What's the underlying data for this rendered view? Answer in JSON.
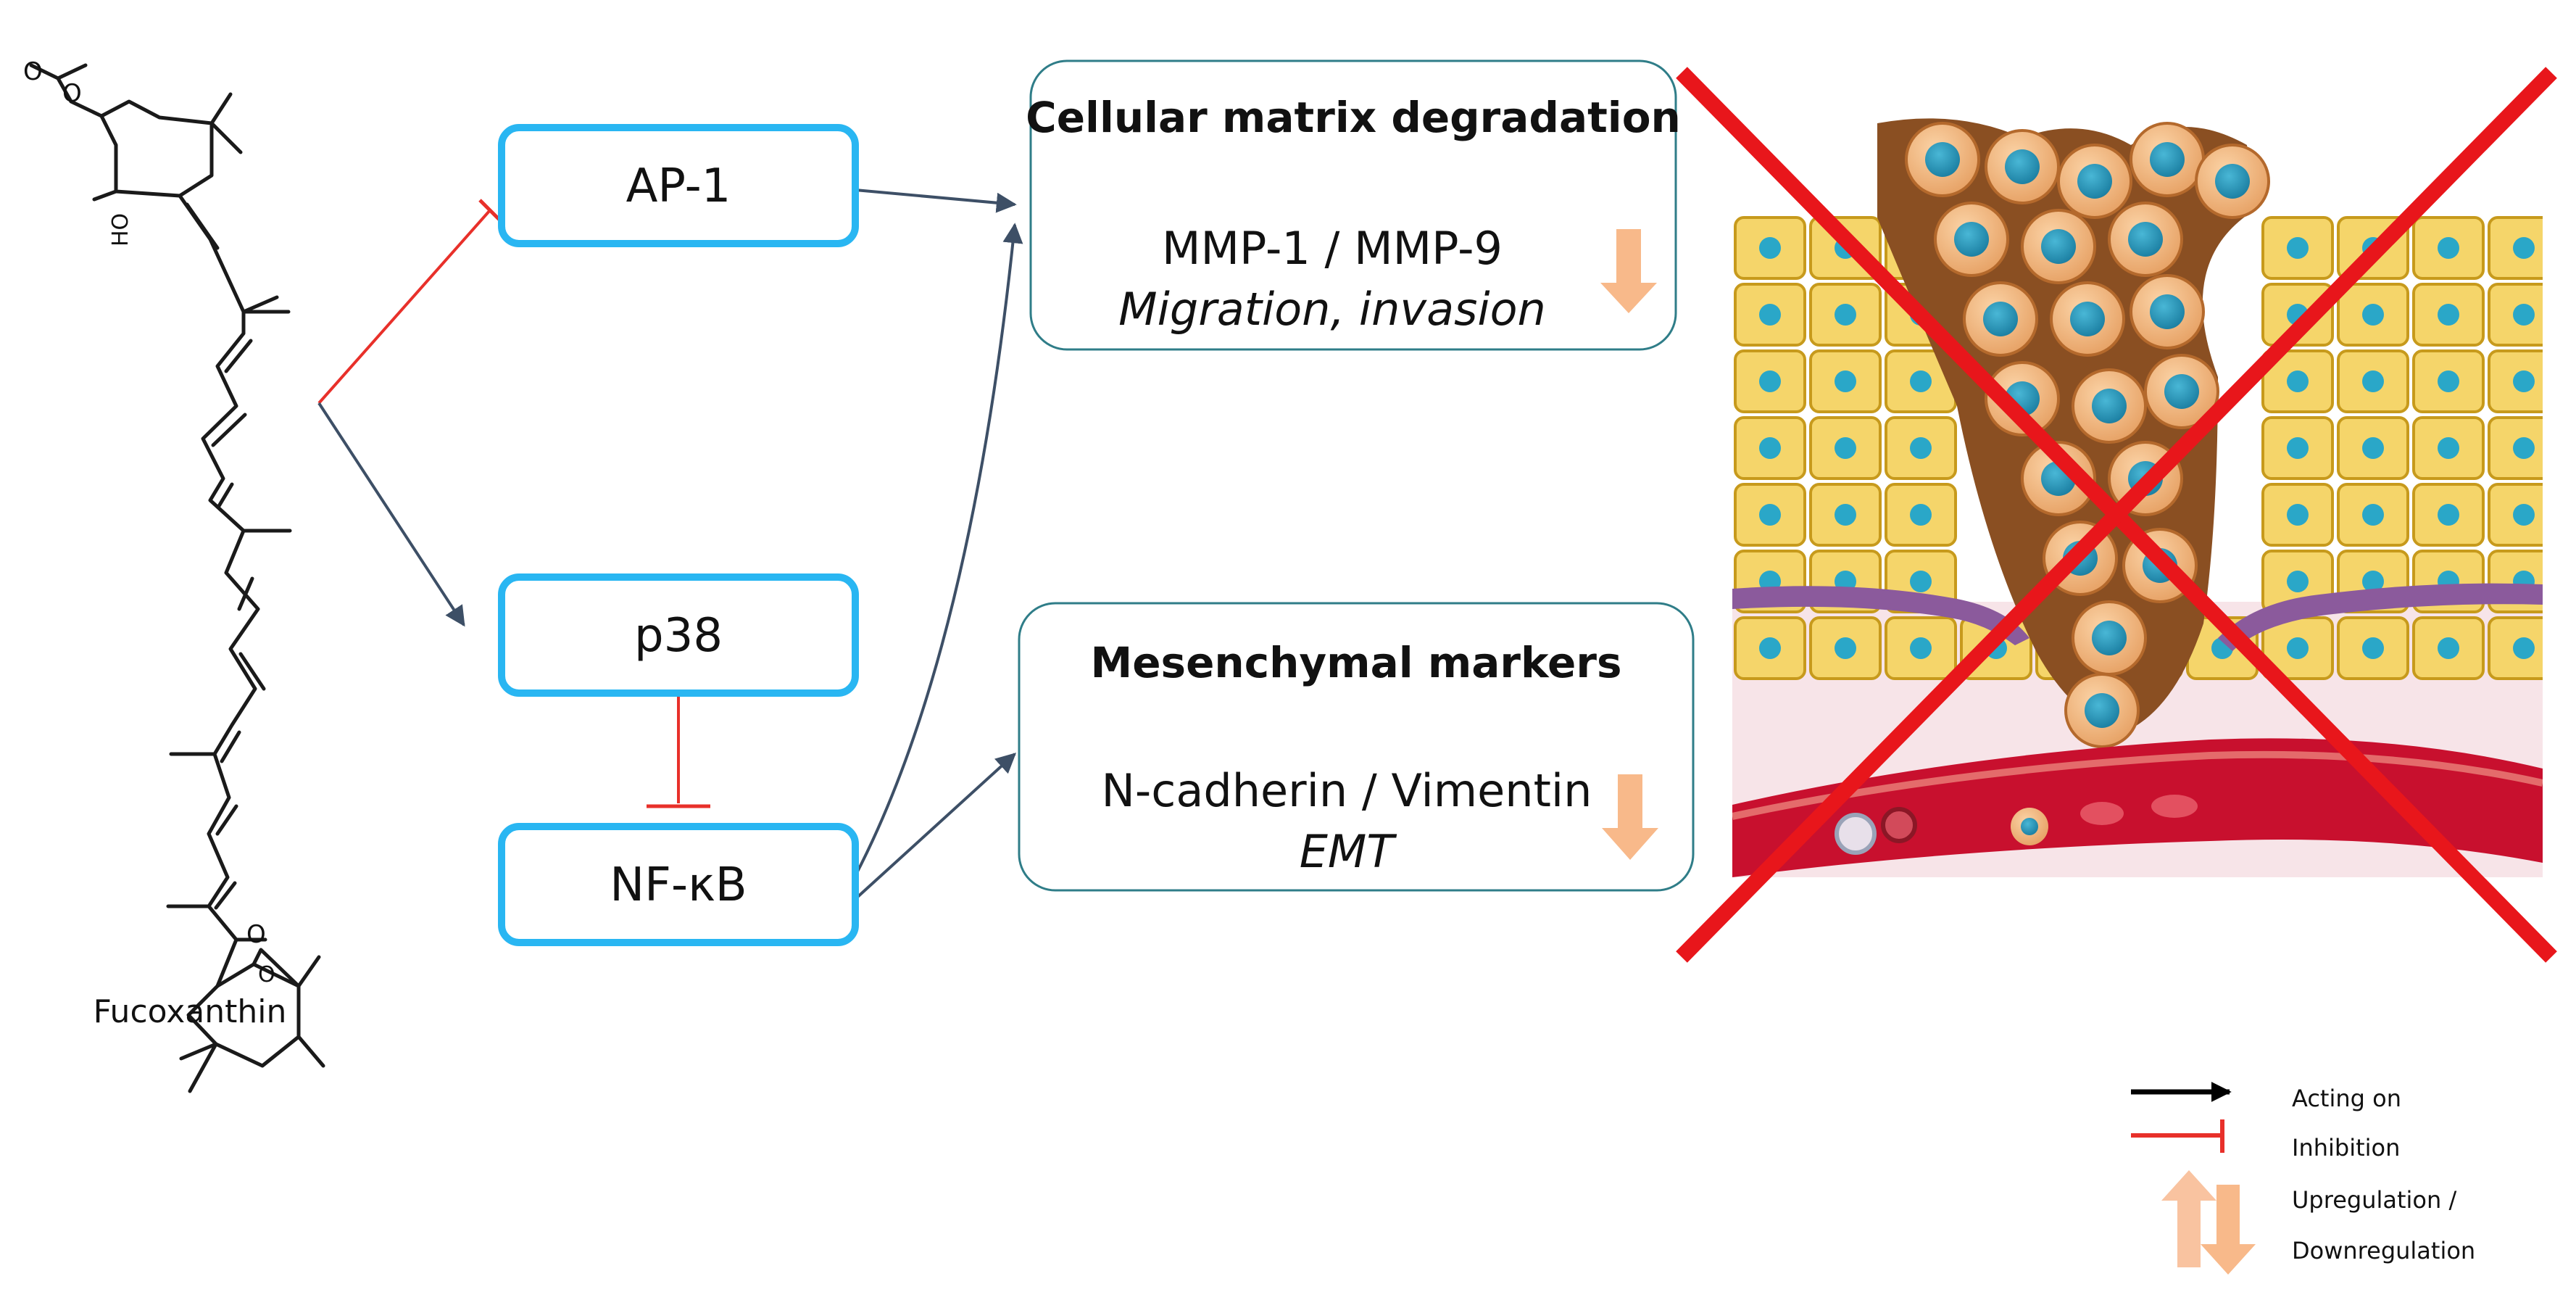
{
  "molecule": {
    "name": "Fucoxanthin",
    "oxygen_labels": [
      "O",
      "O",
      "HO",
      "O",
      "O"
    ]
  },
  "nodes": [
    {
      "id": "ap1",
      "label": "AP-1"
    },
    {
      "id": "p38",
      "label": "p38"
    },
    {
      "id": "nfkb",
      "label": "NF-κB"
    }
  ],
  "outcomes": [
    {
      "id": "matrix",
      "title": "Cellular matrix degradation",
      "line1": "MMP-1 / MMP-9",
      "line2": "Migration, invasion",
      "direction": "down"
    },
    {
      "id": "mesenchymal",
      "title": "Mesenchymal markers",
      "line1": "N-cadherin / Vimentin",
      "line2": "EMT",
      "direction": "down"
    }
  ],
  "edges": [
    {
      "from": "fucoxanthin",
      "to": "ap1",
      "type": "inhibition"
    },
    {
      "from": "fucoxanthin",
      "to": "p38",
      "type": "acting"
    },
    {
      "from": "p38",
      "to": "nfkb",
      "type": "inhibition"
    },
    {
      "from": "ap1",
      "to": "matrix",
      "type": "acting"
    },
    {
      "from": "nfkb",
      "to": "matrix",
      "type": "acting"
    },
    {
      "from": "nfkb",
      "to": "mesenchymal",
      "type": "acting"
    }
  ],
  "legend": {
    "acting": "Acting on",
    "inhibition": "Inhibition",
    "updown_line1": "Upregulation /",
    "updown_line2": "Downregulation"
  },
  "colors": {
    "node_border": "#29b6f2",
    "outcome_border": "#2f7d88",
    "acting": "#3d4f66",
    "inhibition": "#e8302a",
    "cross": "#e8161b",
    "down_arrow": "#f8b98a",
    "up_arrow": "#f9c3a0"
  },
  "illustration": {
    "name": "tumor-invasion-illustration",
    "crossed_out": true
  }
}
